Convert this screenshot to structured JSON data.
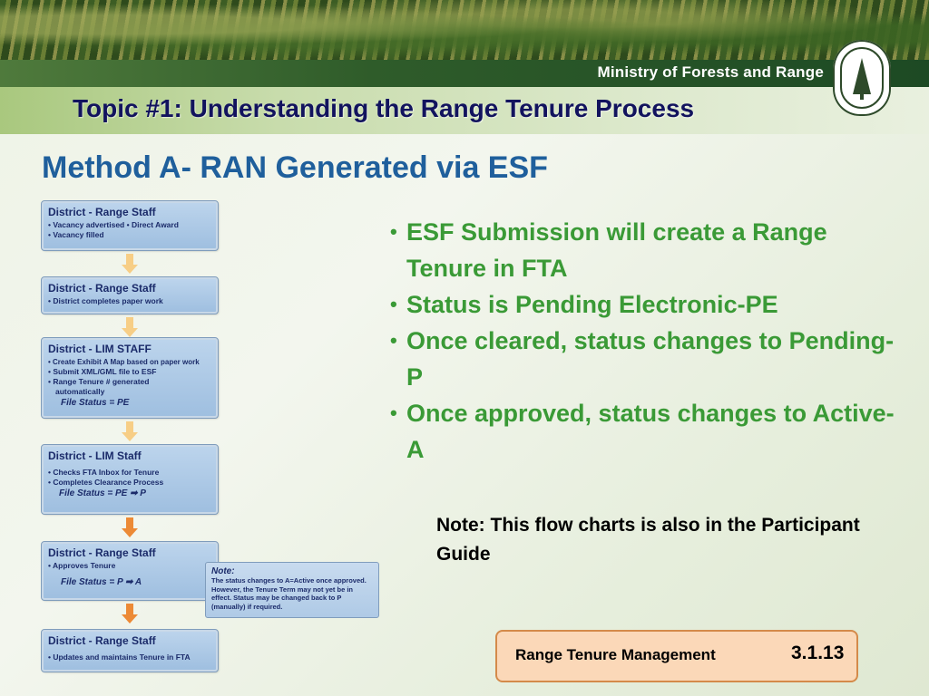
{
  "header": {
    "ministry": "Ministry of Forests and Range",
    "topic": "Topic #1: Understanding the Range Tenure Process",
    "crest_icon": "forest-service-bc-crest"
  },
  "method_title": "Method A- RAN Generated via ESF",
  "flow": [
    {
      "head": "District - Range Staff",
      "lines": [
        "• Vacancy advertised     • Direct Award",
        "• Vacancy filled"
      ],
      "status": ""
    },
    {
      "head": "District - Range Staff",
      "lines": [
        "• District completes paper work"
      ],
      "status": ""
    },
    {
      "head": "District - LIM STAFF",
      "lines": [
        "• Create Exhibit A Map based on paper work",
        "• Submit XML/GML file to ESF",
        "• Range Tenure # generated",
        "   automatically"
      ],
      "status": "File Status = PE"
    },
    {
      "head": "District - LIM Staff",
      "lines": [
        "• Checks FTA Inbox for Tenure",
        "• Completes Clearance Process"
      ],
      "status": "File Status = PE ➡ P"
    },
    {
      "head": "District - Range Staff",
      "lines": [
        "• Approves Tenure"
      ],
      "status": "File Status = P ➡ A"
    },
    {
      "head": "District - Range Staff",
      "lines": [
        "• Updates and maintains Tenure in FTA"
      ],
      "status": ""
    }
  ],
  "flow_note": {
    "head": "Note:",
    "body": "The status changes to A=Active once approved. However, the Tenure Term may not yet be in effect.  Status may be changed back to P (manually) if required."
  },
  "bullets": [
    "ESF Submission will create a Range Tenure in FTA",
    "Status is Pending Electronic-PE",
    "Once cleared, status changes to Pending-P",
    "Once approved, status changes to Active-A"
  ],
  "note": "Note:  This flow charts is also in the Participant Guide",
  "footer": {
    "label": "Range Tenure Management",
    "number": "3.1.13"
  },
  "colors": {
    "title_blue": "#1f5f9c",
    "bullet_green": "#3a9a36",
    "arrow_light": "#f7ce86",
    "arrow_dark": "#ec8a36"
  }
}
